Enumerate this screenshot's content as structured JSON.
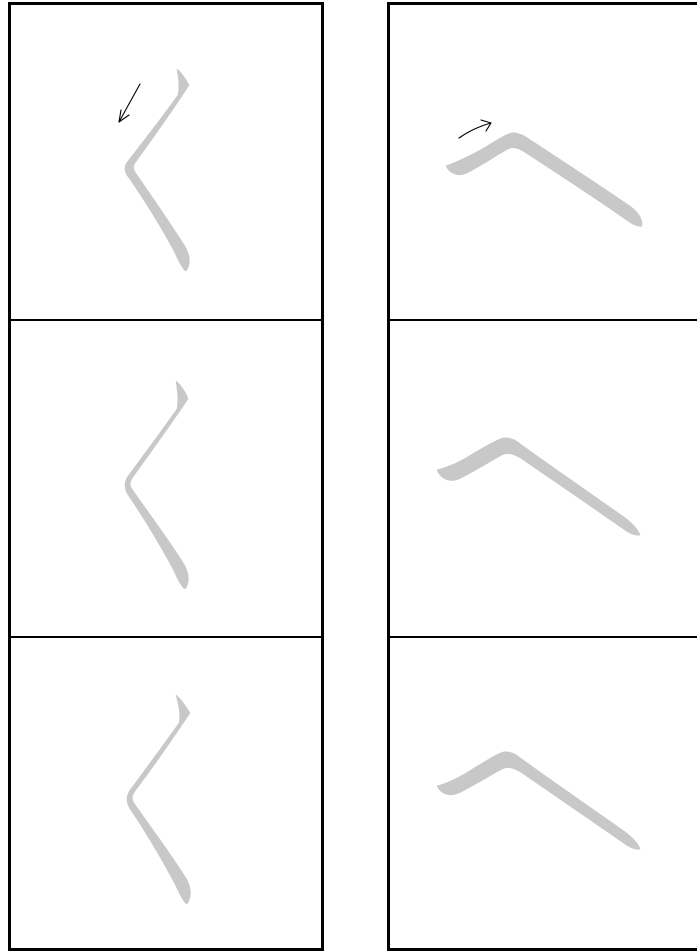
{
  "colors": {
    "background": "#ffffff",
    "stroke_fill": "#c8c8c8",
    "border": "#000000",
    "arrow": "#000000"
  },
  "columns": [
    {
      "name": "left-column",
      "stroke_shape": "angle-bracket-pointing-left",
      "arrow": {
        "icon": "arrow-down-left-icon",
        "shown_in_row": 1
      },
      "rows": 3
    },
    {
      "name": "right-column",
      "stroke_shape": "wide-caret-pointing-up",
      "arrow": {
        "icon": "arrow-up-right-icon",
        "shown_in_row": 1
      },
      "rows": 3
    }
  ]
}
